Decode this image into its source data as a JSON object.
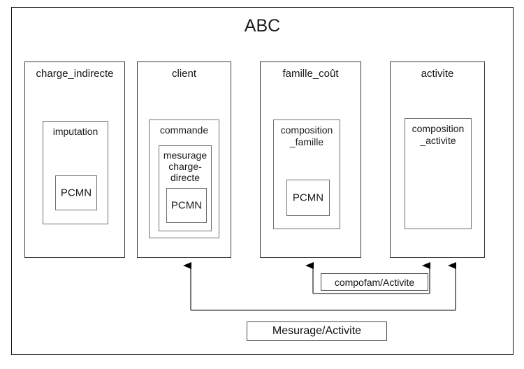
{
  "diagram": {
    "title": "ABC",
    "type": "nested-package-diagram",
    "packages": [
      {
        "id": "charge_indirecte",
        "label": "charge_indirecte",
        "children": [
          {
            "id": "imputation",
            "label": "imputation",
            "children": [
              {
                "id": "pcmn_imputation",
                "label": "PCMN",
                "children": []
              }
            ]
          }
        ]
      },
      {
        "id": "client",
        "label": "client",
        "children": [
          {
            "id": "commande",
            "label": "commande",
            "children": [
              {
                "id": "mesurage_charge_directe",
                "label": "mesurage charge- directe",
                "line1": "mesurage",
                "line2": "charge-",
                "line3": "directe",
                "children": [
                  {
                    "id": "pcmn_mesurage",
                    "label": "PCMN",
                    "children": []
                  }
                ]
              }
            ]
          }
        ]
      },
      {
        "id": "famille_cout",
        "label": "famille_coût",
        "children": [
          {
            "id": "composition_famille",
            "label": "composition _famille",
            "line1": "composition",
            "line2": "_famille",
            "children": [
              {
                "id": "pcmn_famille",
                "label": "PCMN",
                "children": []
              }
            ]
          }
        ]
      },
      {
        "id": "activite",
        "label": "activite",
        "children": [
          {
            "id": "composition_activite",
            "label": "composition _activite",
            "line1": "composition",
            "line2": "_activite",
            "children": []
          }
        ]
      }
    ],
    "associations": [
      {
        "id": "compofam_activite",
        "label": "compofam/Activite",
        "from": "famille_cout",
        "to": "activite"
      },
      {
        "id": "mesurage_activite",
        "label": "Mesurage/Activite",
        "from": "client",
        "to": "activite"
      }
    ],
    "colors": {
      "frame_stroke": "#111111",
      "package_stroke": "#3a3a3a",
      "node_stroke": "#6e6e6e",
      "connector_stroke": "#555555",
      "arrowhead_fill": "#000000",
      "background": "#ffffff",
      "text": "#111111"
    }
  }
}
